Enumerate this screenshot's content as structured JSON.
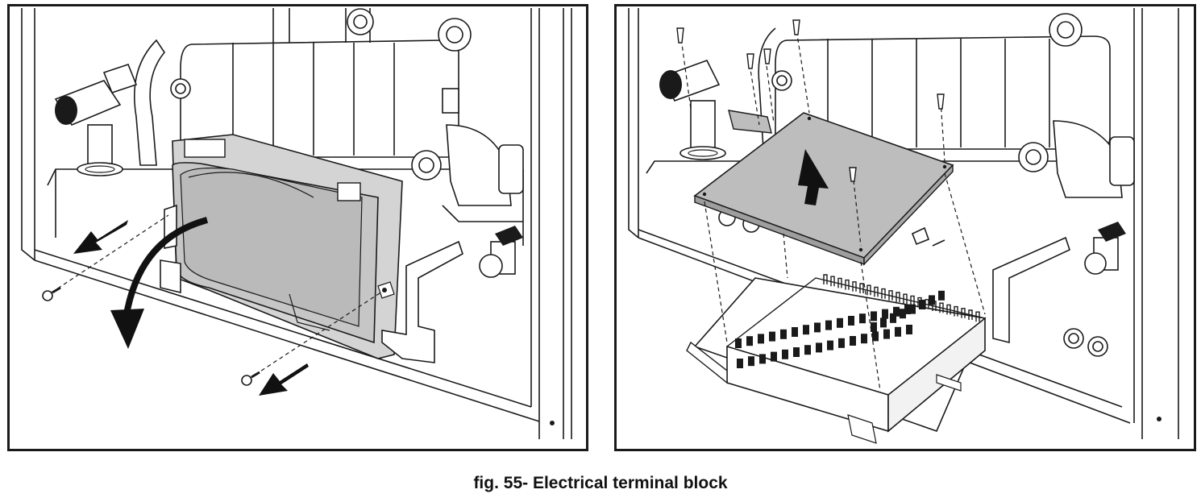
{
  "figure": {
    "caption": "fig. 55- Electrical terminal block"
  },
  "panels": [
    {
      "id": "left",
      "step": "remove-cover-screws-and-tilt-box"
    },
    {
      "id": "right",
      "step": "lift-off-terminal-cover"
    }
  ],
  "colors": {
    "outline": "#1a1a1a",
    "cover_gray": "#c8c8c8",
    "panel_gray": "#bdbdbd",
    "arrow": "#111111",
    "background": "#ffffff"
  }
}
